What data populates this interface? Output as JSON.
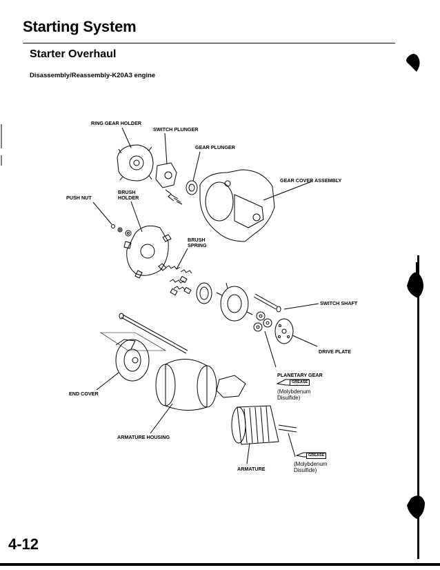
{
  "header": {
    "title": "Starting System",
    "section": "Starter Overhaul",
    "subsection": "Disassembly/Reassembly-K20A3 engine"
  },
  "diagram": {
    "labels": {
      "ring_gear_holder": "RING GEAR HOLDER",
      "switch_plunger": "SWITCH PLUNGER",
      "gear_plunger": "GEAR PLUNGER",
      "gear_cover_assembly": "GEAR COVER ASSEMBLY",
      "push_nut": "PUSH NUT",
      "brush_holder_1": "BRUSH",
      "brush_holder_2": "HOLDER",
      "brush_spring_1": "BRUSH",
      "brush_spring_2": "SPRING",
      "switch_shaft": "SWITCH SHAFT",
      "drive_plate": "DRIVE PLATE",
      "planetary_gear": "PLANETARY GEAR",
      "end_cover": "END COVER",
      "armature_housing": "ARMATURE HOUSING",
      "armature": "ARMATURE"
    },
    "grease_notes": [
      {
        "badge": "GREASE",
        "line1": "(Molybdenum",
        "line2": "Disulfide)"
      },
      {
        "badge": "GREASE",
        "line1": "(Molybdenum",
        "line2": "Disulfide)"
      }
    ]
  },
  "footer": {
    "page_number": "4-12"
  }
}
